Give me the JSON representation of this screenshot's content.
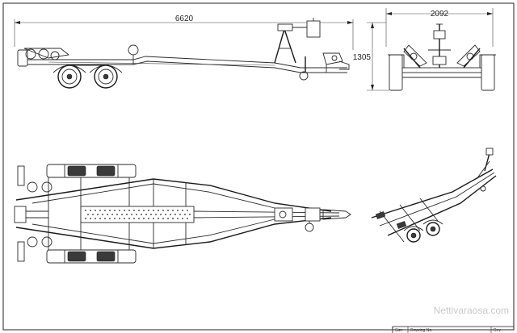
{
  "dimensions": {
    "overall_length": "6620",
    "overall_width": "2092",
    "overall_height": "1305"
  },
  "watermark": "Nettivaraosa.com",
  "title_block": {
    "size_label": "Size",
    "drawing_no_label": "Drawing No.",
    "rev_label": "Rev"
  }
}
